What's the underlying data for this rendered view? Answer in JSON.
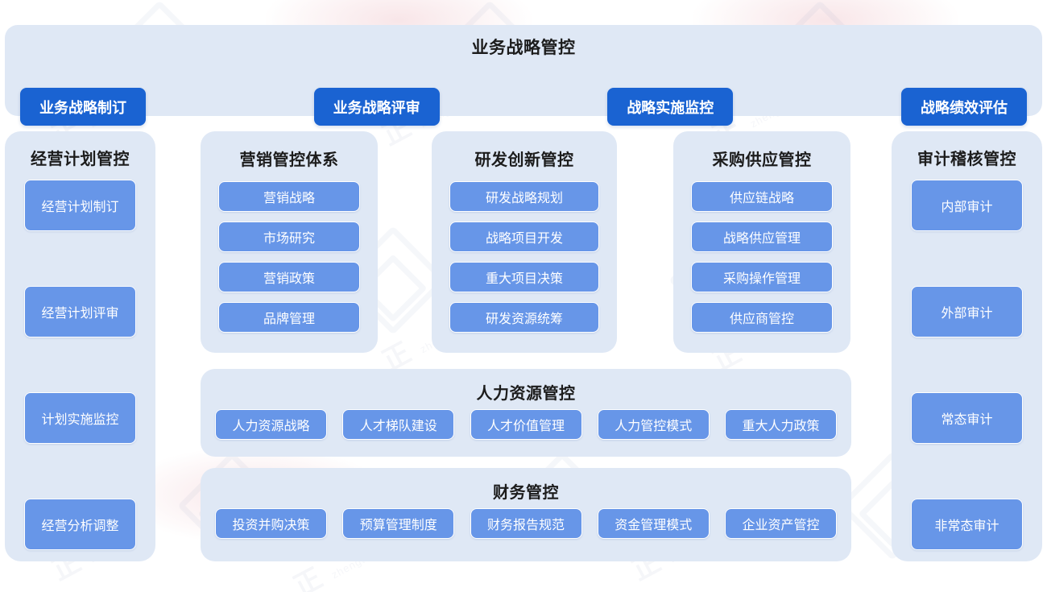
{
  "banner": {
    "title": "业务战略管控",
    "items": [
      {
        "label": "业务战略制订"
      },
      {
        "label": "业务战略评审"
      },
      {
        "label": "战略实施监控"
      },
      {
        "label": "战略绩效评估"
      }
    ]
  },
  "columns": {
    "plan": {
      "title": "经营计划管控",
      "items": [
        {
          "label": "经营计划制订"
        },
        {
          "label": "经营计划评审"
        },
        {
          "label": "计划实施监控"
        },
        {
          "label": "经营分析调整"
        }
      ]
    },
    "marketing": {
      "title": "营销管控体系",
      "items": [
        {
          "label": "营销战略"
        },
        {
          "label": "市场研究"
        },
        {
          "label": "营销政策"
        },
        {
          "label": "品牌管理"
        }
      ]
    },
    "rd": {
      "title": "研发创新管控",
      "items": [
        {
          "label": "研发战略规划"
        },
        {
          "label": "战略项目开发"
        },
        {
          "label": "重大项目决策"
        },
        {
          "label": "研发资源统筹"
        }
      ]
    },
    "supply": {
      "title": "采购供应管控",
      "items": [
        {
          "label": "供应链战略"
        },
        {
          "label": "战略供应管理"
        },
        {
          "label": "采购操作管理"
        },
        {
          "label": "供应商管控"
        }
      ]
    },
    "audit": {
      "title": "审计稽核管控",
      "items": [
        {
          "label": "内部审计"
        },
        {
          "label": "外部审计"
        },
        {
          "label": "常态审计"
        },
        {
          "label": "非常态审计"
        }
      ]
    }
  },
  "sections": {
    "hr": {
      "title": "人力资源管控",
      "items": [
        {
          "label": "人力资源战略"
        },
        {
          "label": "人才梯队建设"
        },
        {
          "label": "人才价值管理"
        },
        {
          "label": "人力管控模式"
        },
        {
          "label": "重大人力政策"
        }
      ]
    },
    "finance": {
      "title": "财务管控",
      "items": [
        {
          "label": "投资并购决策"
        },
        {
          "label": "预算管理制度"
        },
        {
          "label": "财务报告规范"
        },
        {
          "label": "资金管理模式"
        },
        {
          "label": "企业资产管控"
        }
      ]
    }
  },
  "colors": {
    "panel_background": "#dfe8f5",
    "primary_button": "#1a63d2",
    "secondary_button": "#6796e8",
    "page_background": "#ffffff",
    "title_text": "#1c1c1c",
    "button_text": "#ffffff"
  },
  "watermark": {
    "text": "正",
    "subtext": "zhengtu",
    "icon": "diamond-outline"
  }
}
